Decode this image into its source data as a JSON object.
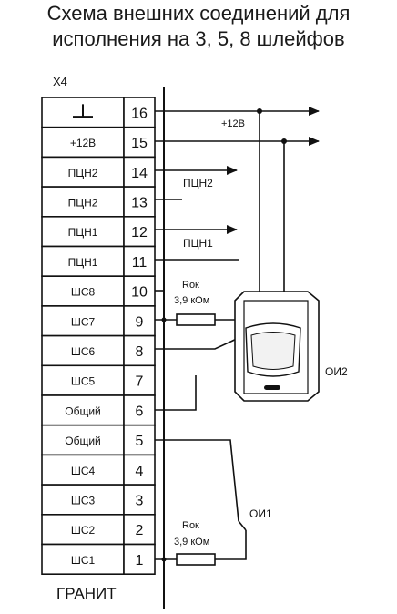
{
  "title_line1": "Схема внешних соединений для",
  "title_line2": "исполнения на 3, 5, 8 шлейфов",
  "connector": {
    "name": "X4",
    "footer": "ГРАНИТ",
    "terminals": [
      {
        "num": "16",
        "label": ""
      },
      {
        "num": "15",
        "label": "+12В"
      },
      {
        "num": "14",
        "label": "ПЦН2"
      },
      {
        "num": "13",
        "label": "ПЦН2"
      },
      {
        "num": "12",
        "label": "ПЦН1"
      },
      {
        "num": "11",
        "label": "ПЦН1"
      },
      {
        "num": "10",
        "label": "ШС8"
      },
      {
        "num": "9",
        "label": "ШС7"
      },
      {
        "num": "8",
        "label": "ШС6"
      },
      {
        "num": "7",
        "label": "ШС5"
      },
      {
        "num": "6",
        "label": "Общий"
      },
      {
        "num": "5",
        "label": "Общий"
      },
      {
        "num": "4",
        "label": "ШС4"
      },
      {
        "num": "3",
        "label": "ШС3"
      },
      {
        "num": "2",
        "label": "ШС2"
      },
      {
        "num": "1",
        "label": "ШС1"
      }
    ]
  },
  "wires": {
    "plus12": "+12В",
    "pcn2": "ПЦН2",
    "pcn1": "ПЦН1"
  },
  "resistor_top": {
    "line1": "Rок",
    "line2": "3,9 кОм"
  },
  "resistor_bottom": {
    "line1": "Rок",
    "line2": "3,9 кОм"
  },
  "detectors": {
    "oi2": "ОИ2",
    "oi1": "ОИ1"
  }
}
